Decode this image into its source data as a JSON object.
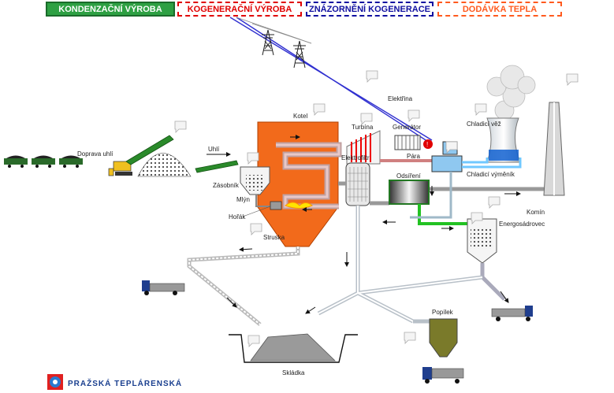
{
  "tabs": [
    {
      "label": "KONDENZAČNÍ VÝROBA"
    },
    {
      "label": "KOGENERAČNÍ VÝROBA"
    },
    {
      "label": "ZNÁZORNĚNÍ KOGENERACE"
    },
    {
      "label": "DODÁVKA TEPLA"
    }
  ],
  "labels": {
    "elektrina": "Elektřina",
    "kotel": "Kotel",
    "turbina": "Turbína",
    "generator": "Generátor",
    "para": "Pára",
    "chladici_vez": "Chladicí věž",
    "chladici_vymenik": "Chladicí výměník",
    "elektrofiltr": "Elektrofiltr",
    "odsireni": "Odsíření",
    "doprava_uhli": "Doprava uhlí",
    "uhli": "Uhlí",
    "zasobnik": "Zásobník",
    "mlyn": "Mlýn",
    "horak": "Hořák",
    "struska": "Struska",
    "komin": "Komín",
    "energosadrovec": "Energosádrovec",
    "popilek": "Popílek",
    "skladka": "Skládka"
  },
  "logo": {
    "text": "PRAŽSKÁ TEPLÁRENSKÁ"
  },
  "colors": {
    "boiler": "#f26a1b",
    "active_tab": "#2ea043",
    "cogen": "#e00000",
    "znazorneni": "#1010a0",
    "heat": "#ff5a1e",
    "power_line": "#3030d0",
    "flue_gas": "#999999",
    "gypsum_pipe": "#22c222",
    "steam_pipe": "#d08080",
    "cooling_water": "#70c8ff"
  }
}
